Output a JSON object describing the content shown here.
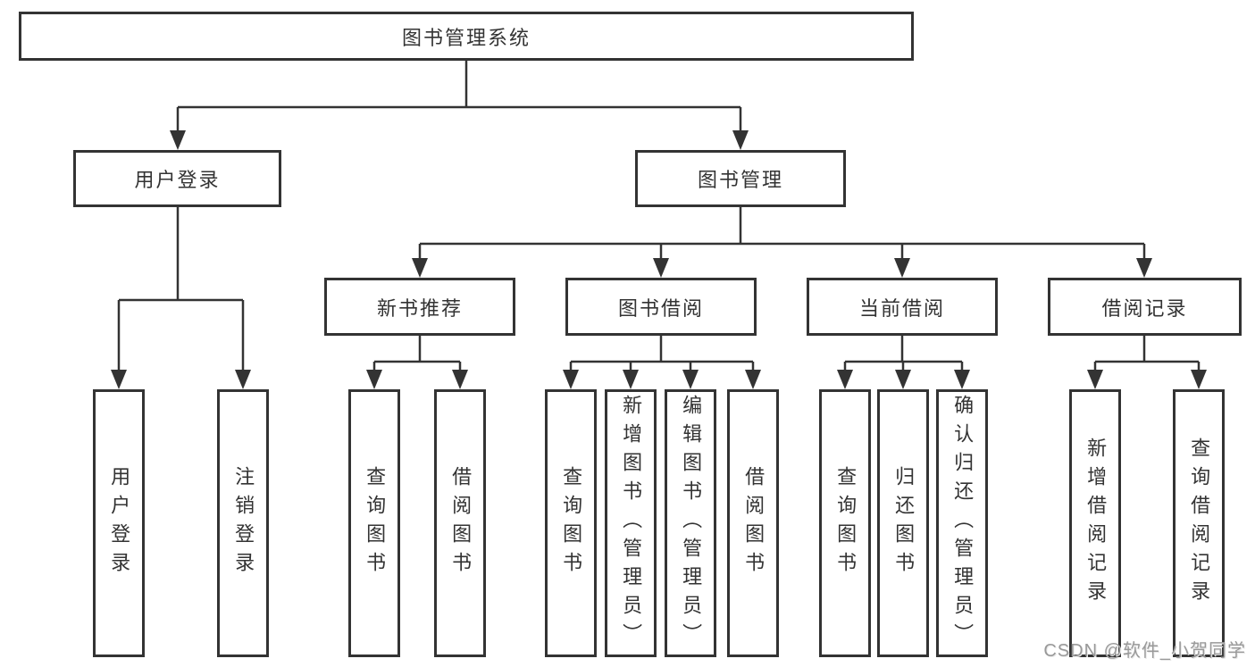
{
  "diagram": {
    "tree": {
      "label": "图书管理系统",
      "children": [
        {
          "label": "用户登录",
          "children": [
            {
              "label": "用户登录"
            },
            {
              "label": "注销登录"
            }
          ]
        },
        {
          "label": "图书管理",
          "children": [
            {
              "label": "新书推荐",
              "children": [
                {
                  "label": "查询图书"
                },
                {
                  "label": "借阅图书"
                }
              ]
            },
            {
              "label": "图书借阅",
              "children": [
                {
                  "label": "查询图书"
                },
                {
                  "label": "新增图书（管理员）"
                },
                {
                  "label": "编辑图书（管理员）"
                },
                {
                  "label": "借阅图书"
                }
              ]
            },
            {
              "label": "当前借阅",
              "children": [
                {
                  "label": "查询图书"
                },
                {
                  "label": "归还图书"
                },
                {
                  "label": "确认归还（管理员）"
                }
              ]
            },
            {
              "label": "借阅记录",
              "children": [
                {
                  "label": "新增借阅记录"
                },
                {
                  "label": "查询借阅记录"
                }
              ]
            }
          ]
        }
      ]
    },
    "colors": {
      "line": "#333333",
      "box_background": "#ffffff",
      "text": "#333333",
      "watermark_text": "#999999"
    }
  },
  "watermark": "CSDN @软件_小贺同学"
}
